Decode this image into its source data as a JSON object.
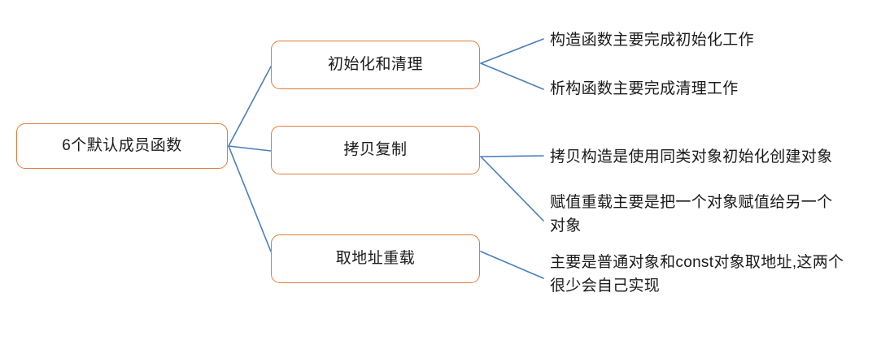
{
  "diagram": {
    "type": "mindmap",
    "colors": {
      "node_border": "#e07b39",
      "node_fill": "#ffffff",
      "edge": "#4a7ebb",
      "text": "#1a1a1a",
      "background": "#ffffff"
    },
    "root": {
      "label": "6个默认成员函数"
    },
    "branches": [
      {
        "label": "初始化和清理",
        "leaves": [
          {
            "text": "构造函数主要完成初始化工作"
          },
          {
            "text": "析构函数主要完成清理工作"
          }
        ]
      },
      {
        "label": "拷贝复制",
        "leaves": [
          {
            "text": "拷贝构造是使用同类对象初始化创建对象"
          },
          {
            "text": "赋值重载主要是把一个对象赋值给另一个\n对象"
          }
        ]
      },
      {
        "label": "取地址重载",
        "leaves": [
          {
            "text": "主要是普通对象和const对象取地址,这两个\n很少会自己实现"
          }
        ]
      }
    ]
  }
}
